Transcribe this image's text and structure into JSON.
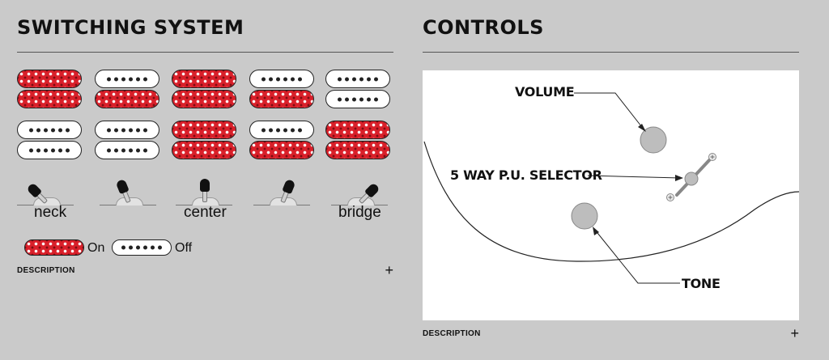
{
  "switching_system": {
    "title": "SWITCHING SYSTEM",
    "positions": [
      {
        "pickups": [
          "on",
          "on"
        ]
      },
      {
        "pickups": [
          "off",
          "on"
        ]
      },
      {
        "pickups": [
          "on",
          "on"
        ]
      },
      {
        "pickups": [
          "off",
          "on"
        ]
      },
      {
        "pickups": [
          "off",
          "off"
        ]
      }
    ],
    "positions_row2": [
      {
        "pickups": [
          "off",
          "off"
        ]
      },
      {
        "pickups": [
          "off",
          "off"
        ]
      },
      {
        "pickups": [
          "on",
          "on"
        ]
      },
      {
        "pickups": [
          "off",
          "on"
        ]
      },
      {
        "pickups": [
          "on",
          "on"
        ]
      }
    ],
    "switch_labels": {
      "neck": "neck",
      "center": "center",
      "bridge": "bridge"
    },
    "legend": {
      "on_label": "On",
      "off_label": "Off"
    },
    "description_label": "DESCRIPTION",
    "expand_symbol": "+"
  },
  "controls": {
    "title": "CONTROLS",
    "labels": {
      "volume": "VOLUME",
      "selector": "5 WAY P.U. SELECTOR",
      "tone": "TONE"
    },
    "description_label": "DESCRIPTION",
    "expand_symbol": "+"
  },
  "colors": {
    "background": "#cacaca",
    "pickup_on": "#d9202a",
    "pickup_off": "#ffffff"
  }
}
